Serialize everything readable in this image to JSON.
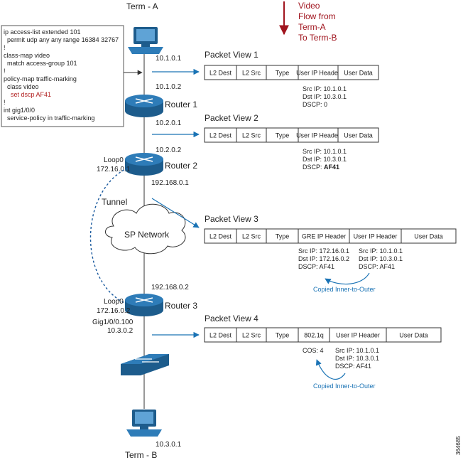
{
  "config_box": {
    "lines": [
      {
        "text": "ip access-list extended 101",
        "highlight": false
      },
      {
        "text": "  permit udp any any range 16384 32767",
        "highlight": false
      },
      {
        "text": "!",
        "highlight": false
      },
      {
        "text": "class-map video",
        "highlight": false
      },
      {
        "text": "  match access-group 101",
        "highlight": false
      },
      {
        "text": "!",
        "highlight": false
      },
      {
        "text": "policy-map traffic-marking",
        "highlight": false
      },
      {
        "text": "  class video",
        "highlight": false
      },
      {
        "text": "    set dscp AF41",
        "highlight": true
      },
      {
        "text": "!",
        "highlight": false
      },
      {
        "text": "int gig1/0/0",
        "highlight": false
      },
      {
        "text": "  service-policy in traffic-marking",
        "highlight": false
      }
    ]
  },
  "flow_label": [
    "Video",
    "Flow from",
    "Term-A",
    "To Term-B"
  ],
  "devices": {
    "term_a": {
      "name": "Term - A",
      "ip": "10.1.0.1"
    },
    "router1": {
      "name": "Router 1",
      "ip_top": "10.1.0.2",
      "ip_bottom": "10.2.0.1"
    },
    "router2": {
      "name": "Router 2",
      "ip_top": "10.2.0.2",
      "loop_label": "Loop0",
      "loop_ip": "172.16.0.1",
      "ip_bottom": "192.168.0.1"
    },
    "tunnel_label": "Tunnel",
    "cloud_label": "SP Network",
    "router3": {
      "name": "Router 3",
      "ip_top": "192.168.0.2",
      "loop_label": "Loop0",
      "loop_ip": "172.16.0.2",
      "gig_label": "Gig1/0/0.100",
      "gig_ip": "10.3.0.2"
    },
    "term_b": {
      "name": "Term - B",
      "ip": "10.3.0.1"
    }
  },
  "packet_views": [
    {
      "title": "Packet View 1",
      "cells": [
        "L2 Dest",
        "L2 Src",
        "Type",
        "User IP Header",
        "User Data"
      ],
      "info": [
        [
          "Src IP: 10.1.0.1",
          "Dst IP: 10.3.0.1",
          "DSCP: 0"
        ]
      ]
    },
    {
      "title": "Packet View 2",
      "cells": [
        "L2 Dest",
        "L2 Src",
        "Type",
        "User IP Header",
        "User Data"
      ],
      "info": [
        [
          "Src IP: 10.1.0.1",
          "Dst IP: 10.3.0.1",
          "DSCP: "
        ]
      ],
      "info_bold": "AF41"
    },
    {
      "title": "Packet View 3",
      "cells": [
        "L2 Dest",
        "L2 Src",
        "Type",
        "GRE IP Header",
        "User IP Header",
        "User Data"
      ],
      "info": [
        [
          "Src IP: 172.16.0.1",
          "Dst IP: 172.16.0.2",
          "DSCP: AF41"
        ],
        [
          "Src IP: 10.1.0.1",
          "Dst IP: 10.3.0.1",
          "DSCP: AF41"
        ]
      ],
      "note": "Copied Inner-to-Outer"
    },
    {
      "title": "Packet View 4",
      "cells": [
        "L2 Dest",
        "L2 Src",
        "Type",
        "802.1q",
        "User IP Header",
        "User Data"
      ],
      "cos": "COS: 4",
      "info": [
        [
          "Src IP: 10.1.0.1",
          "Dst IP: 10.3.0.1",
          "DSCP: AF41"
        ]
      ],
      "note": "Copied Inner-to-Outer"
    }
  ],
  "figure_id": "364685",
  "colors": {
    "router": "#1d5c8c",
    "router_light": "#2e7cb8",
    "arrow_blue": "#1a73b5",
    "flow_red": "#a0141e",
    "line": "#333333"
  }
}
